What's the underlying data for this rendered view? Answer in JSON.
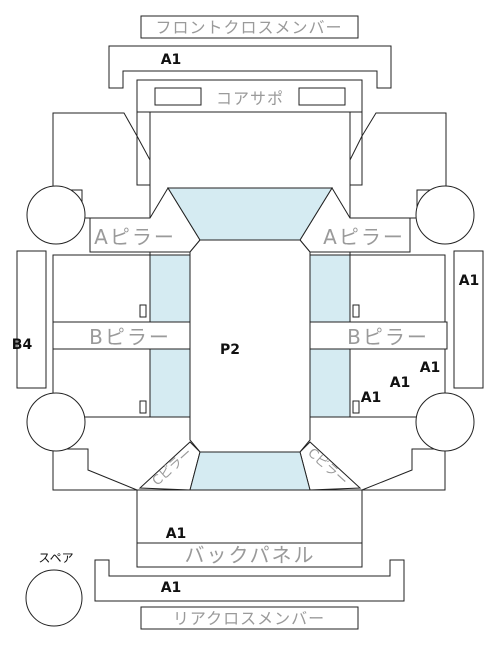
{
  "parts": {
    "front_cross_member": "フロントクロスメンバー",
    "core_support": "コアサポ",
    "a_pillar_left": "Aピラー",
    "a_pillar_right": "Aピラー",
    "b_pillar_left": "Bピラー",
    "b_pillar_right": "Bピラー",
    "c_pillar_left": "Cピラー",
    "c_pillar_right": "Cピラー",
    "back_panel": "バックパネル",
    "rear_cross_member": "リアクロスメンバー",
    "spare": "スペア"
  },
  "marks": {
    "front_cross_member": "A1",
    "roof": "P2",
    "left_side_sill": "B4",
    "right_side_sill": "A1",
    "right_rear_1": "A1",
    "right_rear_2": "A1",
    "right_rear_3": "A1",
    "back_panel": "A1",
    "rear_cross_member": "A1"
  },
  "colors": {
    "glass": "#d5ebf2",
    "label": "#9a9a9a",
    "mark": "#111111"
  }
}
